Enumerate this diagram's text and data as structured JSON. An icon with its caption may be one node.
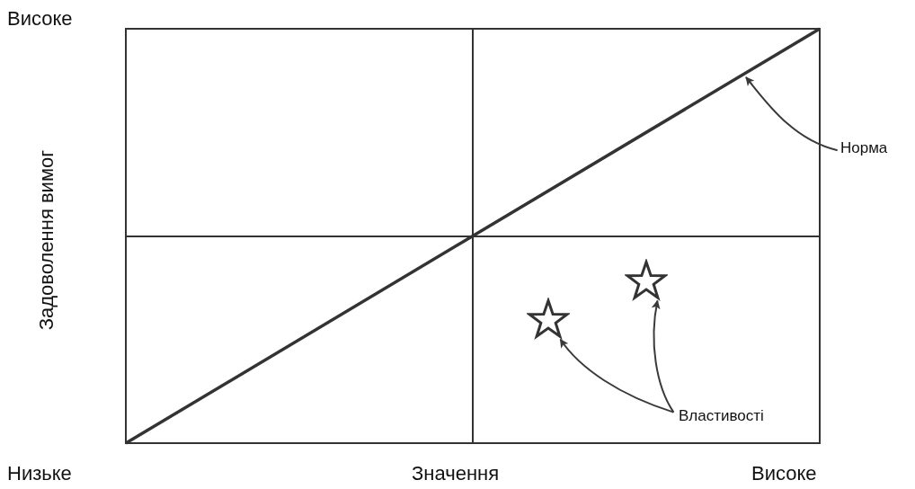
{
  "diagram": {
    "nodes": [
      {
        "text": [
          "Норма"
        ]
      },
      {
        "text": [
          "Властивості"
        ]
      },
      {
        "text": [],
        "shape": "star"
      },
      {
        "text": [],
        "shape": "star"
      }
    ],
    "edges": [
      {
        "from": 0,
        "to": null,
        "arrow": "to"
      },
      {
        "from": 1,
        "to": 2,
        "arrow": "to"
      },
      {
        "from": 1,
        "to": 3,
        "arrow": "to"
      }
    ],
    "labels": [
      "Високе",
      "Задоволення вимог",
      "Низьке",
      "Значення",
      "Високе"
    ]
  }
}
